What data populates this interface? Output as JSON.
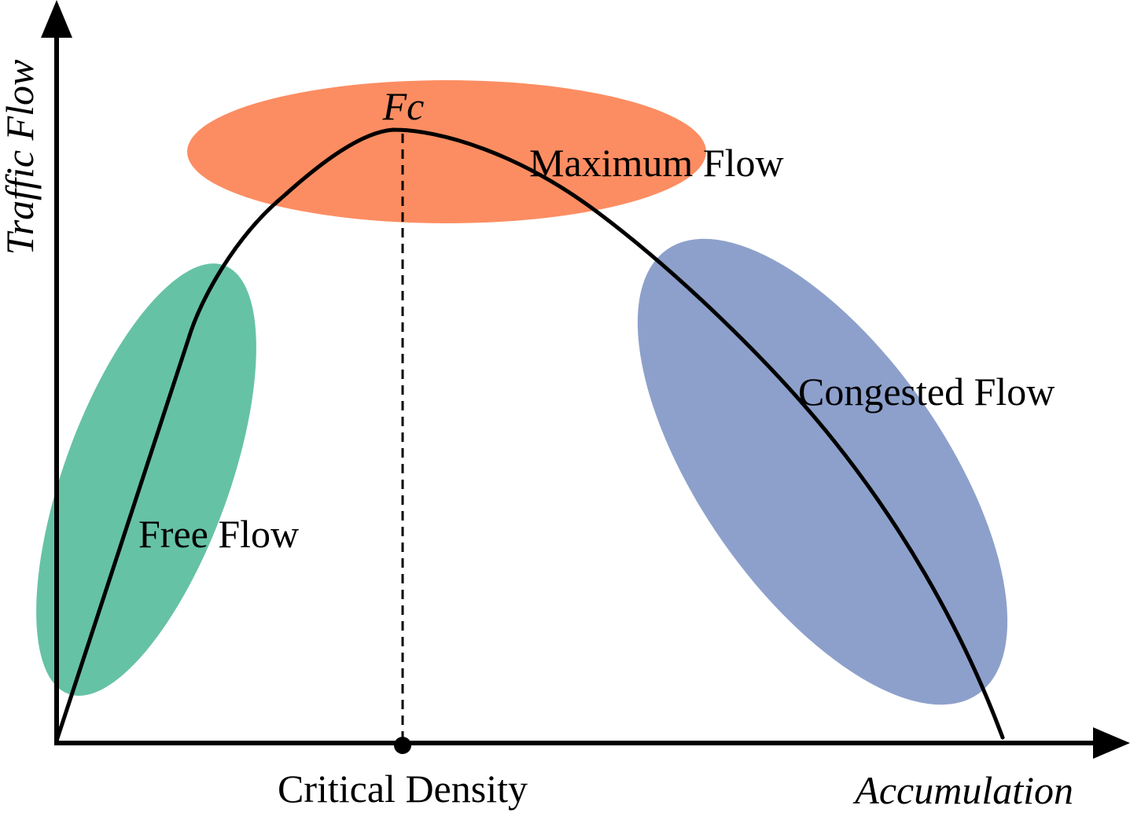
{
  "diagram": {
    "y_axis_label": "Traffic Flow",
    "x_axis_label": "Accumulation",
    "peak_label": "Fc",
    "critical_density_label": "Critical Density",
    "regions": [
      {
        "label": "Free Flow",
        "color": "#66c2a5"
      },
      {
        "label": "Maximum Flow",
        "color": "#fc8d62"
      },
      {
        "label": "Congested Flow",
        "color": "#8da0cb"
      }
    ],
    "curve_color": "#000000",
    "axis_color": "#000000"
  }
}
